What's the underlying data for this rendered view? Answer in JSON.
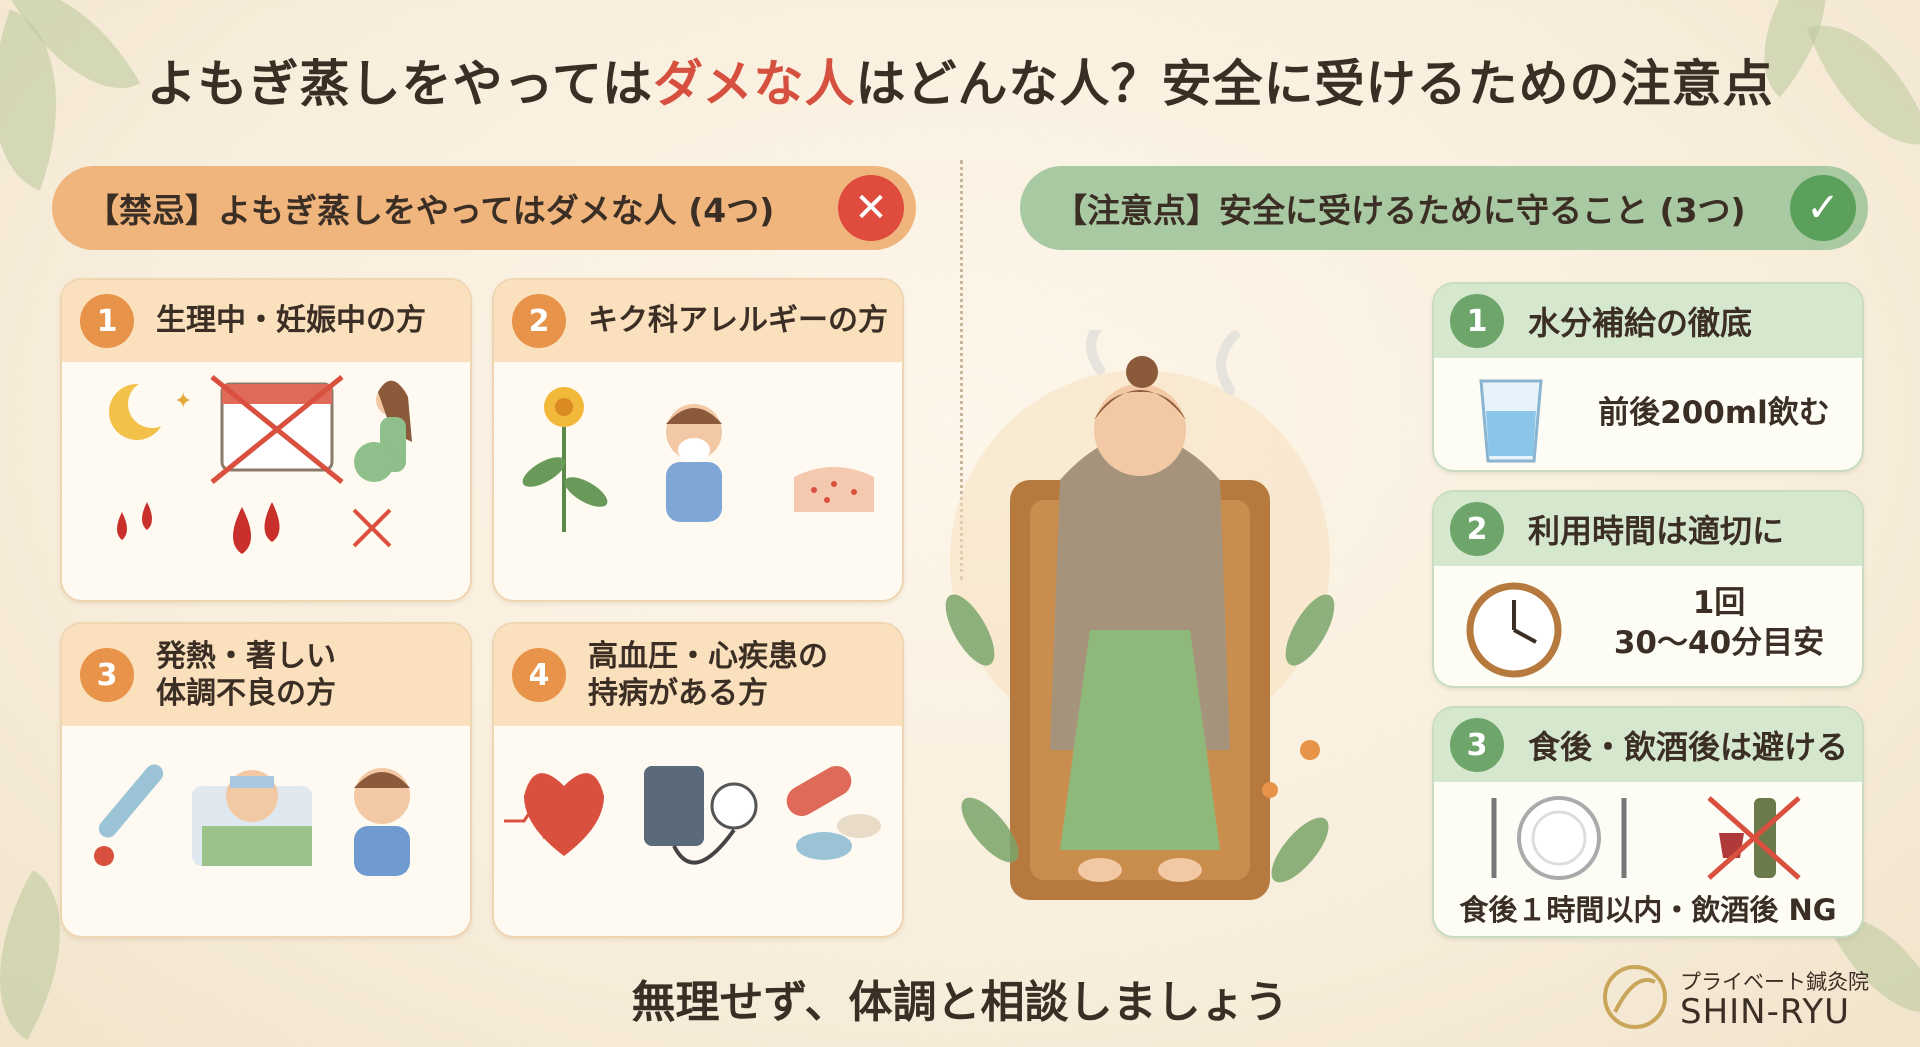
{
  "title": {
    "part1": "よもぎ蒸しをやっては",
    "highlight": "ダメな人",
    "part2": "はどんな人？安全に受けるための注意点"
  },
  "left_section": {
    "banner": "【禁忌】よもぎ蒸しをやってはダメな人 (4つ)",
    "icon": "x-mark-icon",
    "cards": [
      {
        "number": "1",
        "title": "生理中・妊娠中の方"
      },
      {
        "number": "2",
        "title": "キク科アレルギーの方"
      },
      {
        "number": "3",
        "title_line1": "発熱・著しい",
        "title_line2": "体調不良の方"
      },
      {
        "number": "4",
        "title_line1": "高血圧・心疾患の",
        "title_line2": "持病がある方"
      }
    ]
  },
  "right_section": {
    "banner": "【注意点】安全に受けるために守ること (3つ)",
    "icon": "check-mark-icon",
    "cards": [
      {
        "number": "1",
        "title": "水分補給の徹底",
        "text": "前後200ml飲む"
      },
      {
        "number": "2",
        "title": "利用時間は適切に",
        "text_line1": "1回",
        "text_line2": "30〜40分目安"
      },
      {
        "number": "3",
        "title": "食後・飲酒後は避ける",
        "text": "食後１時間以内・飲酒後 NG"
      }
    ]
  },
  "bottom_message": "無理せず、体調と相談しましょう",
  "logo": {
    "sub": "プライベート鍼灸院",
    "name": "SHIN-RYU"
  },
  "colors": {
    "accent_red": "#d6503f",
    "orange": "#e8934a",
    "green": "#6ea56a"
  }
}
